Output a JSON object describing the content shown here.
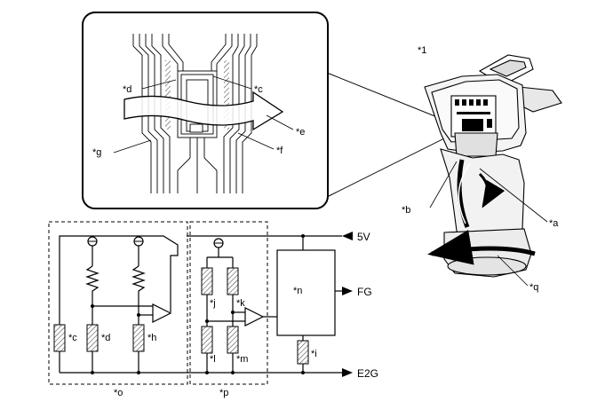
{
  "labels": {
    "n1": "*1",
    "a": "*a",
    "b": "*b",
    "c_detail": "*c",
    "d_detail": "*d",
    "e": "*e",
    "f": "*f",
    "g": "*g",
    "c_circuit": "*c",
    "d_circuit": "*d",
    "h": "*h",
    "i": "*i",
    "j": "*j",
    "k": "*k",
    "l": "*l",
    "m": "*m",
    "n": "*n",
    "o": "*o",
    "p": "*p",
    "q": "*q"
  },
  "pins": {
    "supply": "5V",
    "output": "FG",
    "ground": "E2G"
  }
}
